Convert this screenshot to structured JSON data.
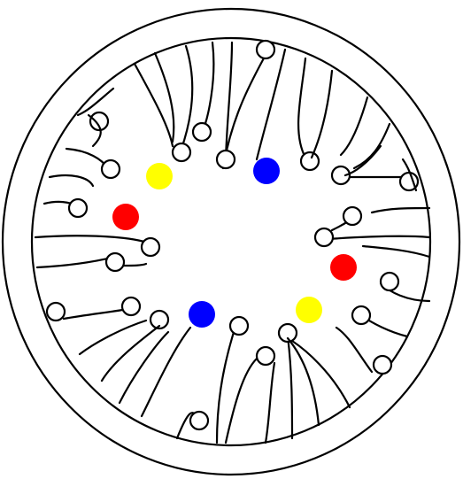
{
  "board": {
    "background": "#ffffff",
    "stroke_color": "#000000"
  },
  "tokens": [
    {
      "name": "blue-dot-top",
      "color": "#0000ff"
    },
    {
      "name": "yellow-dot-upper-left",
      "color": "#ffff00"
    },
    {
      "name": "red-dot-left",
      "color": "#ff0000"
    },
    {
      "name": "red-dot-right",
      "color": "#ff0000"
    },
    {
      "name": "yellow-dot-lower-right",
      "color": "#ffff00"
    },
    {
      "name": "blue-dot-bottom",
      "color": "#0000ff"
    }
  ]
}
